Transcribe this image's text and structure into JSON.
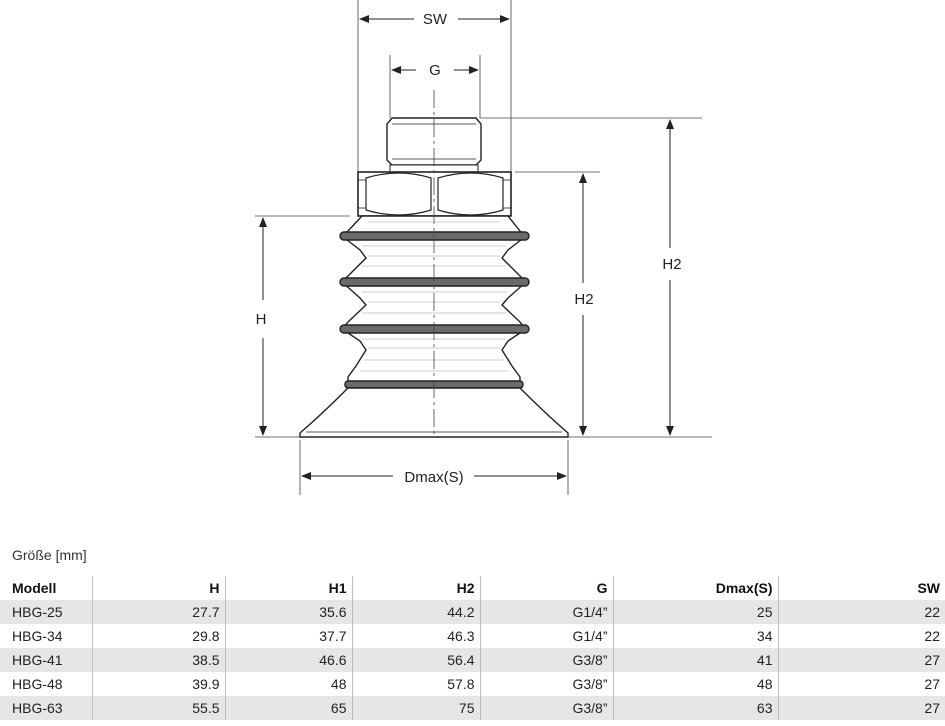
{
  "drawing": {
    "labels": {
      "sw": "SW",
      "g": "G",
      "h": "H",
      "h2_inner": "H2",
      "h2_outer": "H2",
      "dmax": "Dmax(S)"
    }
  },
  "table": {
    "caption": "Größe [mm]",
    "headers": [
      "Modell",
      "H",
      "H1",
      "H2",
      "G",
      "Dmax(S)",
      "SW"
    ],
    "rows": [
      [
        "HBG-25",
        "27.7",
        "35.6",
        "44.2",
        "G1/4”",
        "25",
        "22"
      ],
      [
        "HBG-34",
        "29.8",
        "37.7",
        "46.3",
        "G1/4”",
        "34",
        "22"
      ],
      [
        "HBG-41",
        "38.5",
        "46.6",
        "56.4",
        "G3/8”",
        "41",
        "27"
      ],
      [
        "HBG-48",
        "39.9",
        "48",
        "57.8",
        "G3/8”",
        "48",
        "27"
      ],
      [
        "HBG-63",
        "55.5",
        "65",
        "75",
        "G3/8”",
        "63",
        "27"
      ]
    ]
  }
}
